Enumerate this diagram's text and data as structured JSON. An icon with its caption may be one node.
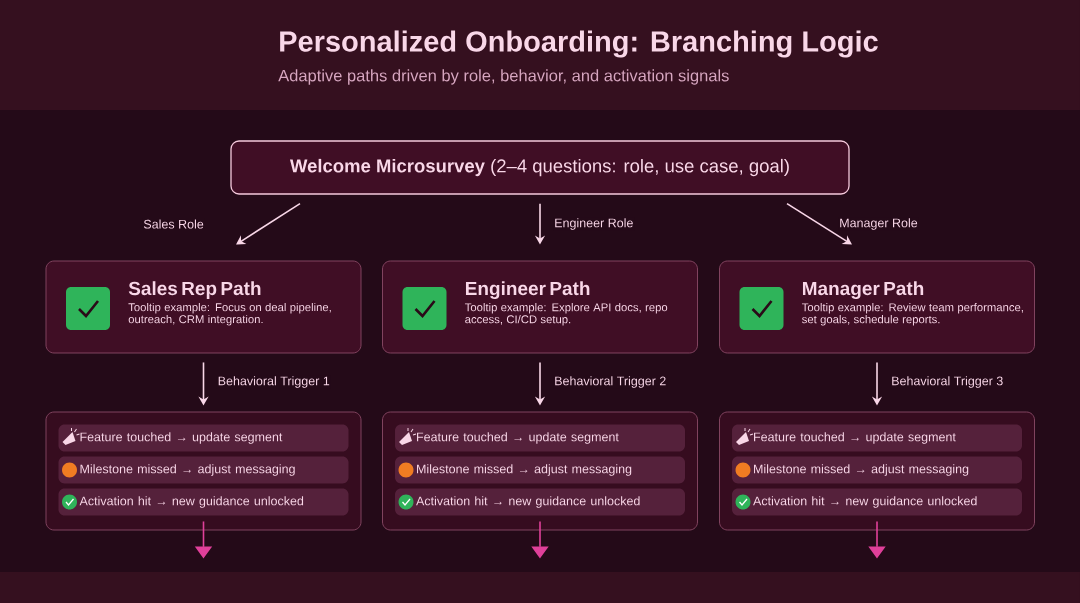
{
  "diagram": {
    "title": "Personalized Onboarding: Branching Logic",
    "nodes": [
      {
        "text": [
          "**Welcome Microsurvey** (2–4 questions: role, use case, goal)"
        ]
      },
      {
        "text": [
          "Sales Rep Path",
          "Tooltip example: Focus on deal pipeline, outreach, CRM integration."
        ]
      },
      {
        "text": [
          "Engineer Path",
          "Tooltip example: Explore API docs, repo access, CI/CD setup."
        ]
      },
      {
        "text": [
          "Manager Path",
          "Tooltip example: Review team performance, set goals, schedule reports."
        ]
      },
      {
        "text": [],
        "shape": "box"
      },
      {
        "text": [
          "Feature touched → update segment"
        ],
        "in": 4
      },
      {
        "text": [
          "Milestone missed → adjust messaging"
        ],
        "in": 4
      },
      {
        "text": [
          "Activation hit → new guidance unlocked"
        ],
        "in": 4
      },
      {
        "text": [],
        "shape": "box"
      },
      {
        "text": [
          "Feature touched → update segment"
        ],
        "in": 8
      },
      {
        "text": [
          "Milestone missed → adjust messaging"
        ],
        "in": 8
      },
      {
        "text": [
          "Activation hit → new guidance unlocked"
        ],
        "in": 8
      },
      {
        "text": [],
        "shape": "box"
      },
      {
        "text": [
          "Feature touched → update segment"
        ],
        "in": 12
      },
      {
        "text": [
          "Milestone missed → adjust messaging"
        ],
        "in": 12
      },
      {
        "text": [
          "Activation hit → new guidance unlocked"
        ],
        "in": 12
      }
    ],
    "edges": [
      {
        "from": 0,
        "to": 1,
        "arrow": "to",
        "label": "Sales Role"
      },
      {
        "from": 0,
        "to": 2,
        "arrow": "to",
        "label": "Engineer Role"
      },
      {
        "from": 0,
        "to": 3,
        "arrow": "to",
        "label": "Manager Role"
      },
      {
        "from": 1,
        "to": 4,
        "arrow": "to",
        "label": "Behavioral Trigger 1"
      },
      {
        "from": 2,
        "to": 8,
        "arrow": "to",
        "label": "Behavioral Trigger 2"
      },
      {
        "from": 3,
        "to": 12,
        "arrow": "to",
        "label": "Behavioral Trigger 3"
      },
      {
        "from": 4,
        "to": null,
        "arrow": "to",
        "color": "#e0409a"
      },
      {
        "from": 8,
        "to": null,
        "arrow": "to",
        "color": "#e0409a"
      },
      {
        "from": 12,
        "to": null,
        "arrow": "to",
        "color": "#e0409a"
      }
    ],
    "labels": [
      "Adaptive paths driven by role, behavior, and activation signals"
    ]
  }
}
